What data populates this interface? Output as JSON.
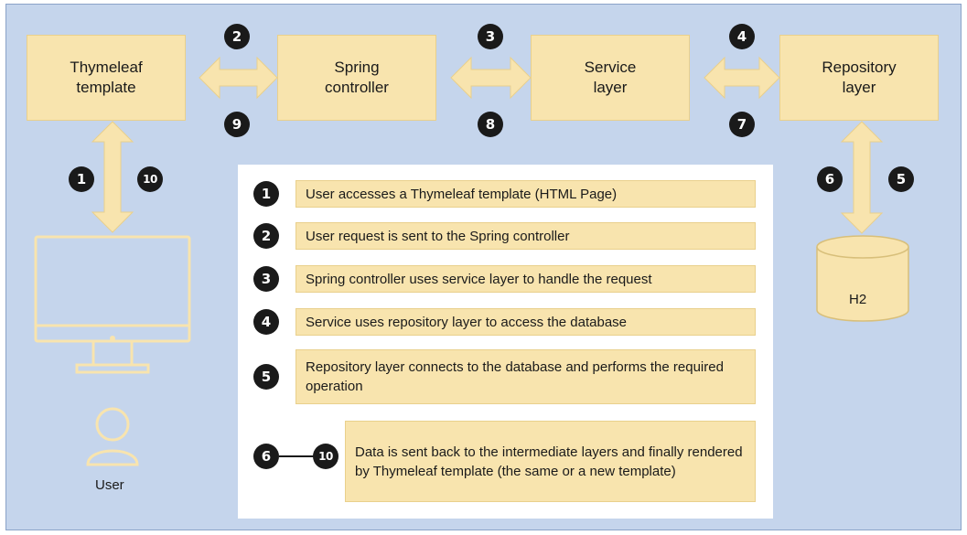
{
  "layers": [
    {
      "id": "thymeleaf",
      "label": "Thymeleaf\ntemplate"
    },
    {
      "id": "controller",
      "label": "Spring\ncontroller"
    },
    {
      "id": "service",
      "label": "Service\nlayer"
    },
    {
      "id": "repository",
      "label": "Repository\nlayer"
    }
  ],
  "arrow_badges": {
    "thymeleaf_controller": {
      "forward": "2",
      "back": "9"
    },
    "controller_service": {
      "forward": "3",
      "back": "8"
    },
    "service_repository": {
      "forward": "4",
      "back": "7"
    },
    "user_thymeleaf": {
      "forward": "1",
      "back": "10"
    },
    "repository_db": {
      "forward": "5",
      "back": "6"
    }
  },
  "database_label": "H2",
  "user_label": "User",
  "steps": [
    {
      "num": "1",
      "text": "User accesses a Thymeleaf template (HTML Page)"
    },
    {
      "num": "2",
      "text": "User request is sent to the Spring controller"
    },
    {
      "num": "3",
      "text": "Spring controller uses service layer to handle the request"
    },
    {
      "num": "4",
      "text": "Service uses repository layer to access the database"
    },
    {
      "num": "5",
      "text": "Repository layer connects to the database and performs the required operation"
    },
    {
      "num_from": "6",
      "num_to": "10",
      "text": "Data is sent back to the intermediate layers and finally rendered by Thymeleaf template (the same or a new template)"
    }
  ],
  "colors": {
    "background": "#c5d5ec",
    "box_fill": "#f8e4ae",
    "box_border": "#e9d08c",
    "badge": "#1a1a1a"
  }
}
